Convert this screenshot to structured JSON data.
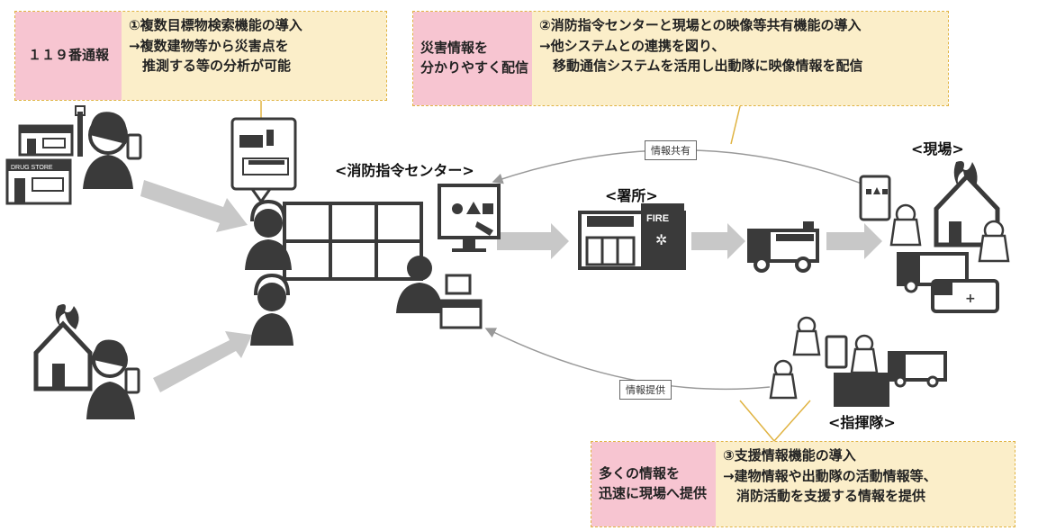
{
  "box1": {
    "pink": "１１９番通報",
    "lines": [
      "①複数目標物検索機能の導入",
      "→複数建物等から災害点を",
      "　推測する等の分析が可能"
    ]
  },
  "box2": {
    "pink": [
      "災害情報を",
      "分かりやすく配信"
    ],
    "lines": [
      "②消防指令センターと現場との映像等共有機能の導入",
      "→他システムとの連携を図り、",
      "　移動通信システムを活用し出動隊に映像情報を配信"
    ]
  },
  "box3": {
    "pink": [
      "多くの情報を",
      "迅速に現場へ提供"
    ],
    "lines": [
      "③支援情報機能の導入",
      "→建物情報や出動隊の活動情報等、",
      "　消防活動を支援する情報を提供"
    ]
  },
  "labels": {
    "center": "<消防指令センター>",
    "station": "<署所>",
    "scene": "<現場>",
    "command": "<指揮隊>"
  },
  "tags": {
    "share": "情報共有",
    "provide": "情報提供"
  },
  "icons": {
    "drug_store": "DRUG STORE",
    "fire": "FIRE"
  },
  "colors": {
    "pink": "#f7c5d1",
    "yellow": "#fbeec9",
    "border": "#e0b341",
    "icon": "#3a3a3a",
    "arrow": "#c8c8c8"
  }
}
